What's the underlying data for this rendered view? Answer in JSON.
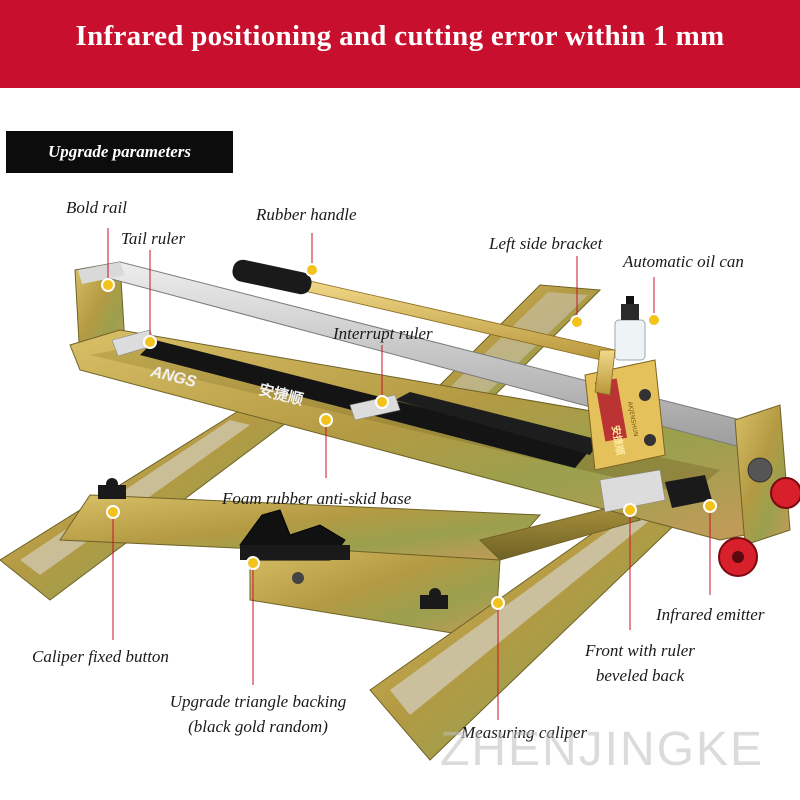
{
  "banner": {
    "title": "Infrared positioning and cutting error within 1 mm",
    "color": "#c8102e"
  },
  "section": {
    "label": "Upgrade parameters"
  },
  "product": {
    "brand_text": "ANGS",
    "brand_cn": "安捷顺",
    "tag_text": "AKJENSHUN"
  },
  "callouts": {
    "bold_rail": "Bold rail",
    "tail_ruler": "Tail ruler",
    "rubber_handle": "Rubber handle",
    "left_side_bracket": "Left side bracket",
    "automatic_oil_can": "Automatic oil can",
    "interrupt_ruler": "Interrupt ruler",
    "foam_base": "Foam rubber anti-skid base",
    "infrared_emitter": "Infrared emitter",
    "caliper_fixed_button": "Caliper fixed button",
    "front_ruler_line1": "Front with ruler",
    "front_ruler_line2": "beveled back",
    "triangle_line1": "Upgrade triangle backing",
    "triangle_line2": "(black gold random)",
    "measuring_caliper": "Measuring caliper"
  },
  "watermark": "ZHENJINGKE",
  "colors": {
    "accent_dot": "#f3c21b",
    "leader_line": "#c8102e",
    "frame": "#b9a24a",
    "frame_dark": "#8a7a32",
    "rail": "#c7c7c7",
    "base": "#141414"
  }
}
